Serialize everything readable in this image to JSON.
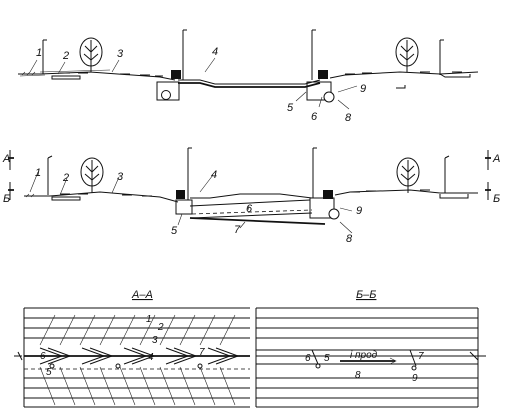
{
  "top_section": {
    "labels": [
      "1",
      "2",
      "3",
      "4",
      "5",
      "6",
      "8",
      "9"
    ]
  },
  "middle_section": {
    "labels": [
      "1",
      "2",
      "3",
      "4",
      "5",
      "6",
      "7",
      "8",
      "9"
    ],
    "cut_markers": {
      "a_left": "А",
      "b_left": "Б",
      "a_right": "А",
      "b_right": "Б"
    }
  },
  "section_titles": {
    "left": "А–А",
    "right": "Б–Б"
  },
  "plan_left": {
    "labels": [
      "1",
      "2",
      "3",
      "4",
      "5",
      "6",
      "7"
    ]
  },
  "plan_right": {
    "labels": [
      "6",
      "5",
      "7",
      "8",
      "9"
    ],
    "slope_label": "i прод"
  }
}
